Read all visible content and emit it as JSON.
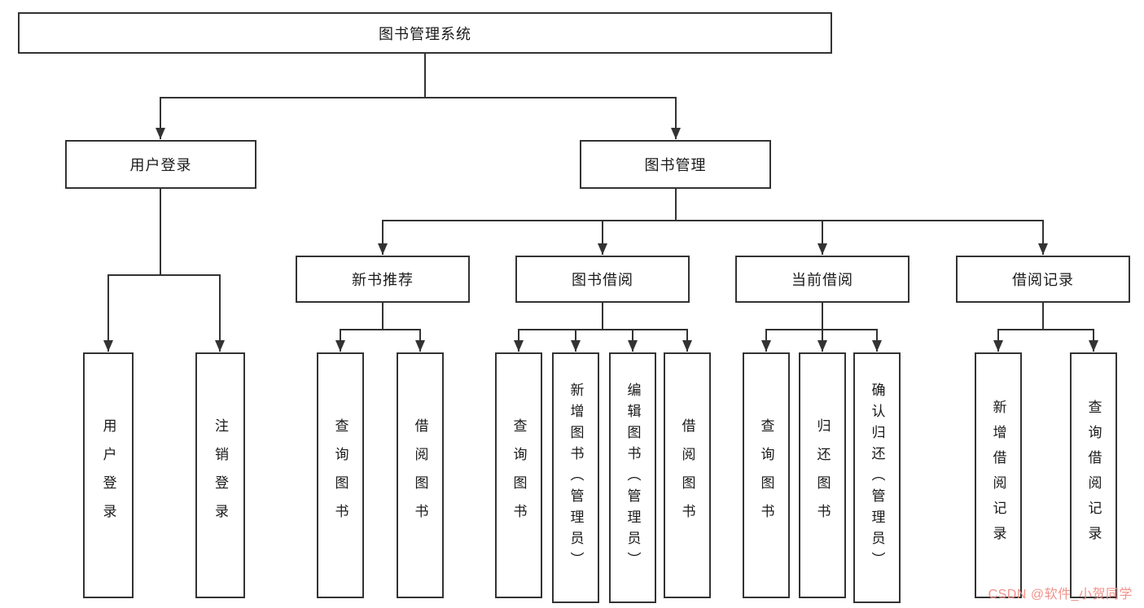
{
  "nodes": {
    "root": "图书管理系统",
    "user_login": "用户登录",
    "book_mgmt": "图书管理",
    "login_children": [
      "用户登录",
      "注销登录"
    ],
    "groups": [
      {
        "label": "新书推荐",
        "children": [
          "查询图书",
          "借阅图书"
        ]
      },
      {
        "label": "图书借阅",
        "children": [
          "查询图书",
          "新增图书（管理员）",
          "编辑图书（管理员）",
          "借阅图书"
        ]
      },
      {
        "label": "当前借阅",
        "children": [
          "查询图书",
          "归还图书",
          "确认归还（管理员）"
        ]
      },
      {
        "label": "借阅记录",
        "children": [
          "新增借阅记录",
          "查询借阅记录"
        ]
      }
    ]
  },
  "watermark": {
    "text": "CSDN @软件_小贺同学"
  },
  "colors": {
    "line": "#333333",
    "text": "#1a1a1a",
    "bg": "#ffffff",
    "watermark": "#f0928b"
  }
}
